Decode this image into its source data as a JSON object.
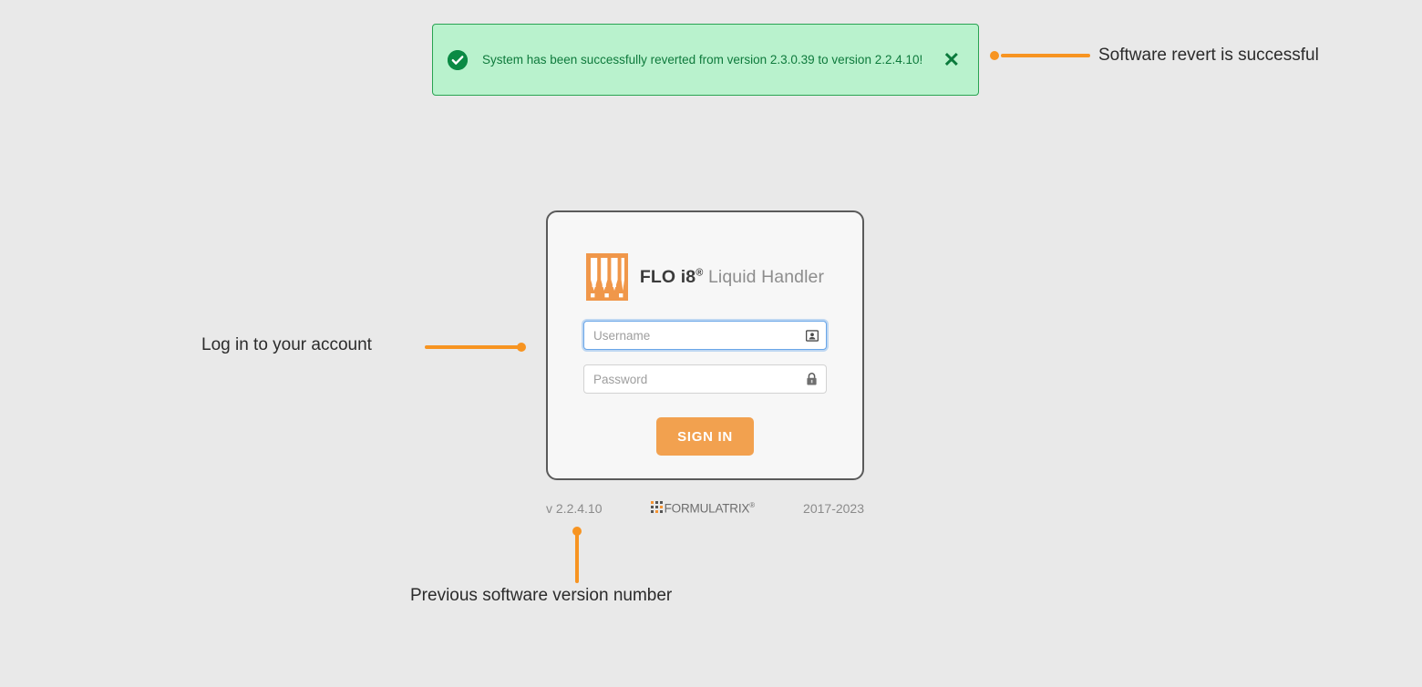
{
  "alert": {
    "icon": "check-circle-icon",
    "message": "System has been successfully reverted from version 2.3.0.39 to version 2.2.4.10!",
    "close_label": "✕",
    "bg_color": "#b9f2cd",
    "border_color": "#29a352",
    "text_color": "#0e7a3c"
  },
  "login": {
    "brand": {
      "logo": "flo-i8-pipette-logo",
      "name_strong": "FLO i8",
      "registered_mark": "®",
      "name_light": "Liquid Handler"
    },
    "username": {
      "placeholder": "Username",
      "value": "",
      "icon": "contact-card-icon"
    },
    "password": {
      "placeholder": "Password",
      "value": "",
      "icon": "lock-icon"
    },
    "submit_label": "SIGN IN",
    "accent_color": "#f2a14f"
  },
  "footer": {
    "version": "v 2.2.4.10",
    "company": "FORMULATRIX",
    "company_mark": "®",
    "copyright_years": "2017-2023"
  },
  "annotations": [
    {
      "id": "revert",
      "text": "Software revert is successful"
    },
    {
      "id": "login",
      "text": "Log in to your account"
    },
    {
      "id": "version",
      "text": "Previous software version number"
    }
  ],
  "annotation_color": "#f79421"
}
